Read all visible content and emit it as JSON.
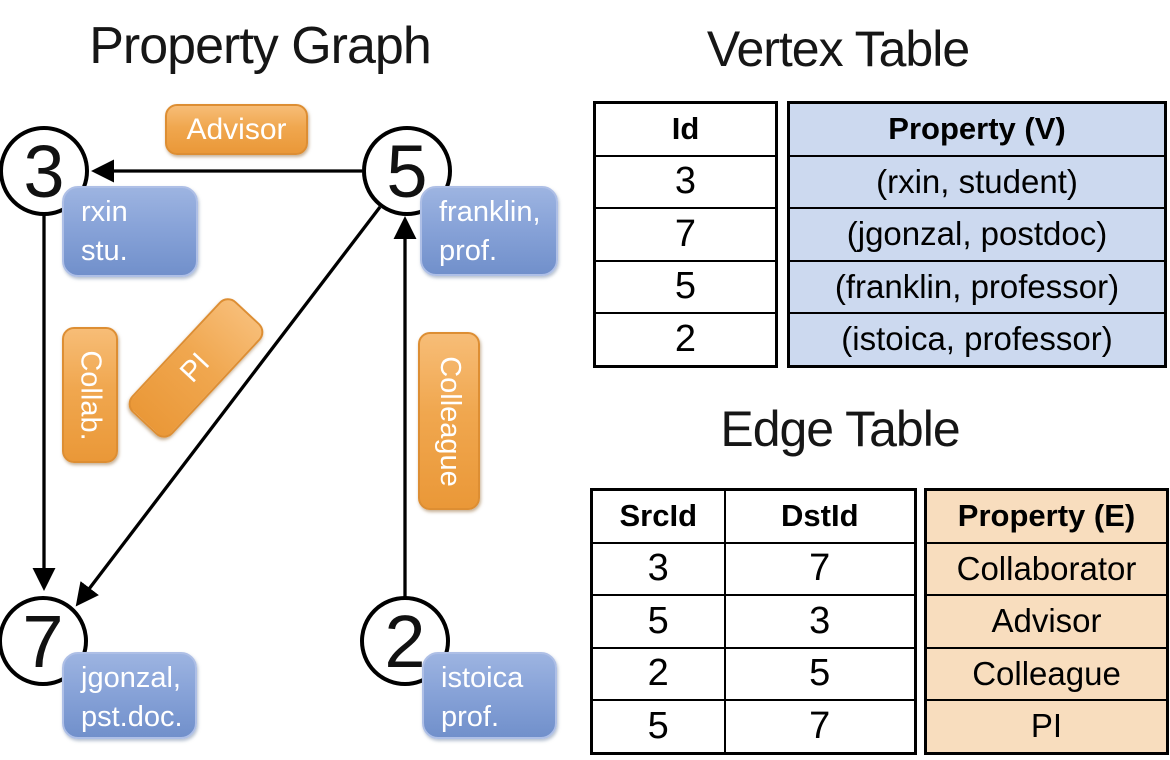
{
  "titles": {
    "graph": "Property Graph",
    "vertex": "Vertex Table",
    "edge": "Edge Table"
  },
  "graph": {
    "nodes": [
      {
        "id": "3",
        "line1": "rxin",
        "line2": "stu."
      },
      {
        "id": "5",
        "line1": "franklin,",
        "line2": "prof."
      },
      {
        "id": "7",
        "line1": "jgonzal,",
        "line2": "pst.doc."
      },
      {
        "id": "2",
        "line1": "istoica",
        "line2": "prof."
      }
    ],
    "edge_labels": {
      "advisor": "Advisor",
      "collab": "Collab.",
      "pi": "PI",
      "colleague": "Colleague"
    },
    "edges": [
      {
        "from": "5",
        "to": "3",
        "label": "Advisor"
      },
      {
        "from": "3",
        "to": "7",
        "label": "Collab."
      },
      {
        "from": "5",
        "to": "7",
        "label": "PI"
      },
      {
        "from": "2",
        "to": "5",
        "label": "Colleague"
      }
    ]
  },
  "vertex_table": {
    "headers": {
      "id": "Id",
      "property": "Property (V)"
    },
    "rows": [
      {
        "id": "3",
        "property": "(rxin, student)"
      },
      {
        "id": "7",
        "property": "(jgonzal, postdoc)"
      },
      {
        "id": "5",
        "property": "(franklin, professor)"
      },
      {
        "id": "2",
        "property": "(istoica, professor)"
      }
    ]
  },
  "edge_table": {
    "headers": {
      "src": "SrcId",
      "dst": "DstId",
      "property": "Property (E)"
    },
    "rows": [
      {
        "src": "3",
        "dst": "7",
        "property": "Collaborator"
      },
      {
        "src": "5",
        "dst": "3",
        "property": "Advisor"
      },
      {
        "src": "2",
        "dst": "5",
        "property": "Colleague"
      },
      {
        "src": "5",
        "dst": "7",
        "property": "PI"
      }
    ]
  },
  "colors": {
    "node_label_blue": "#7d9ad1",
    "edge_label_orange": "#efa04a",
    "vertex_table_fill": "#ccd9ef",
    "edge_table_fill": "#f8ddbe",
    "line": "#000000"
  }
}
